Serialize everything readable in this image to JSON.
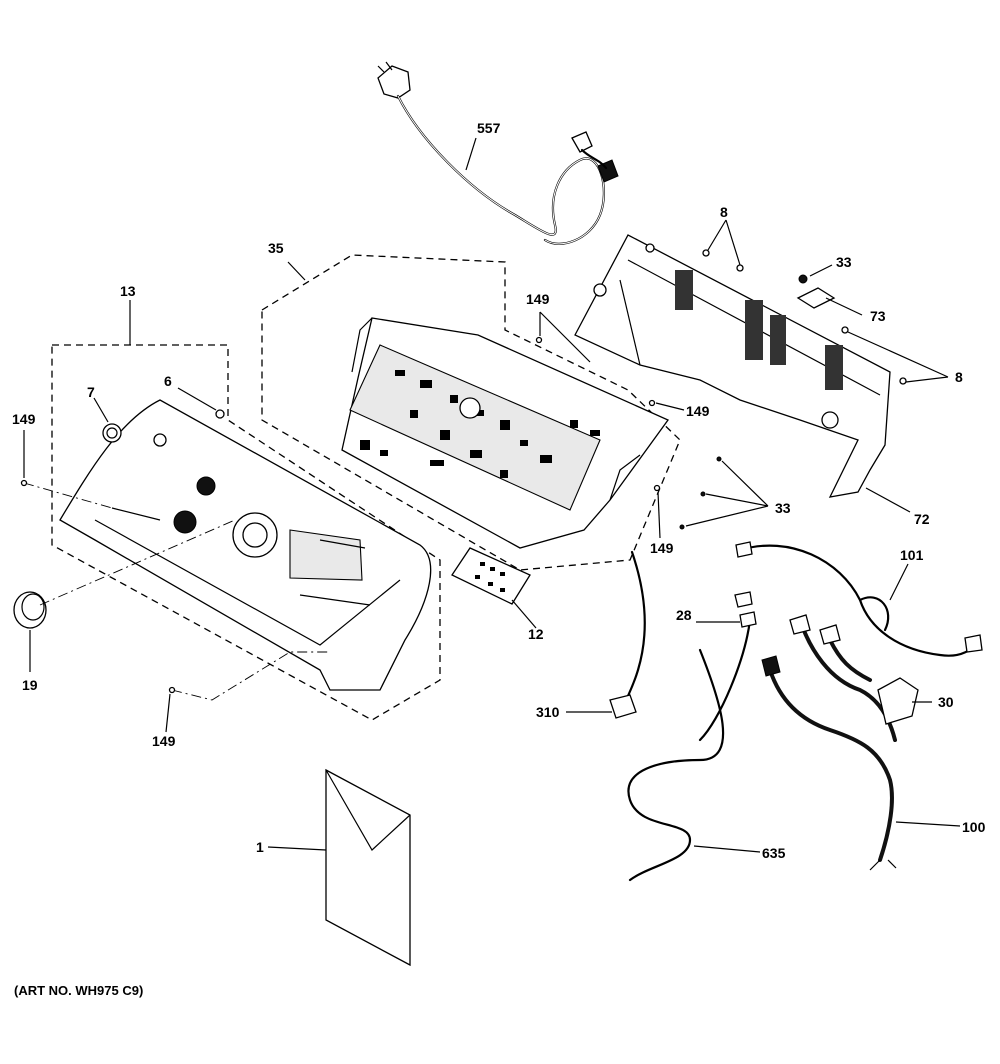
{
  "art_number": "(ART NO. WH975 C9)",
  "callouts": {
    "p557": "557",
    "p8_top": "8",
    "p33_top": "33",
    "p73": "73",
    "p8_right": "8",
    "p35": "35",
    "p149_upper": "149",
    "p13": "13",
    "p7": "7",
    "p6": "6",
    "p149_left": "149",
    "p149_mid": "149",
    "p33_mid": "33",
    "p72": "72",
    "p149_board": "149",
    "p101": "101",
    "p28": "28",
    "p12": "12",
    "p19": "19",
    "p30": "30",
    "p310": "310",
    "p149_bottom": "149",
    "p1": "1",
    "p100": "100",
    "p635": "635"
  },
  "colors": {
    "ink": "#000000",
    "paper": "#ffffff",
    "shade": "#e9e9e9"
  }
}
